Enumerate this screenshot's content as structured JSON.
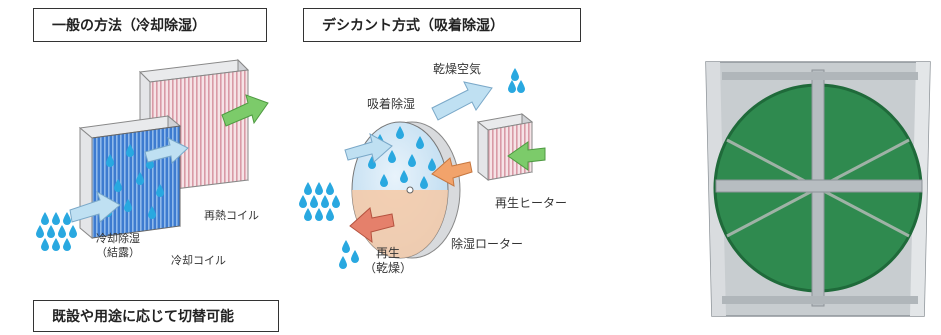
{
  "headings": {
    "general": "一般の方法（冷却除湿）",
    "desiccant": "デシカント方式（吸着除湿）",
    "switchable": "既設や用途に応じて切替可能"
  },
  "labels": {
    "reheat_coil": "再熱コイル",
    "cooling_dehumid_line1": "冷却除湿",
    "cooling_dehumid_line2": "（結露）",
    "cooling_coil": "冷却コイル",
    "dry_air": "乾燥空気",
    "adsorption": "吸着除湿",
    "regen_heater": "再生ヒーター",
    "dehumid_rotor": "除湿ローター",
    "regen_line1": "再生",
    "regen_line2": "（乾燥）"
  },
  "colors": {
    "arrow_blue": "#bfe0f2",
    "arrow_green": "#7ccb6a",
    "arrow_orange": "#f2a36b",
    "arrow_red": "#e5806b",
    "droplet": "#29a8e0",
    "rotor_green": "#2f8a4f",
    "frame_gray": "#c8cdd0"
  },
  "icons": {
    "arrow": "block-arrow-icon",
    "droplet": "water-droplet-icon"
  }
}
